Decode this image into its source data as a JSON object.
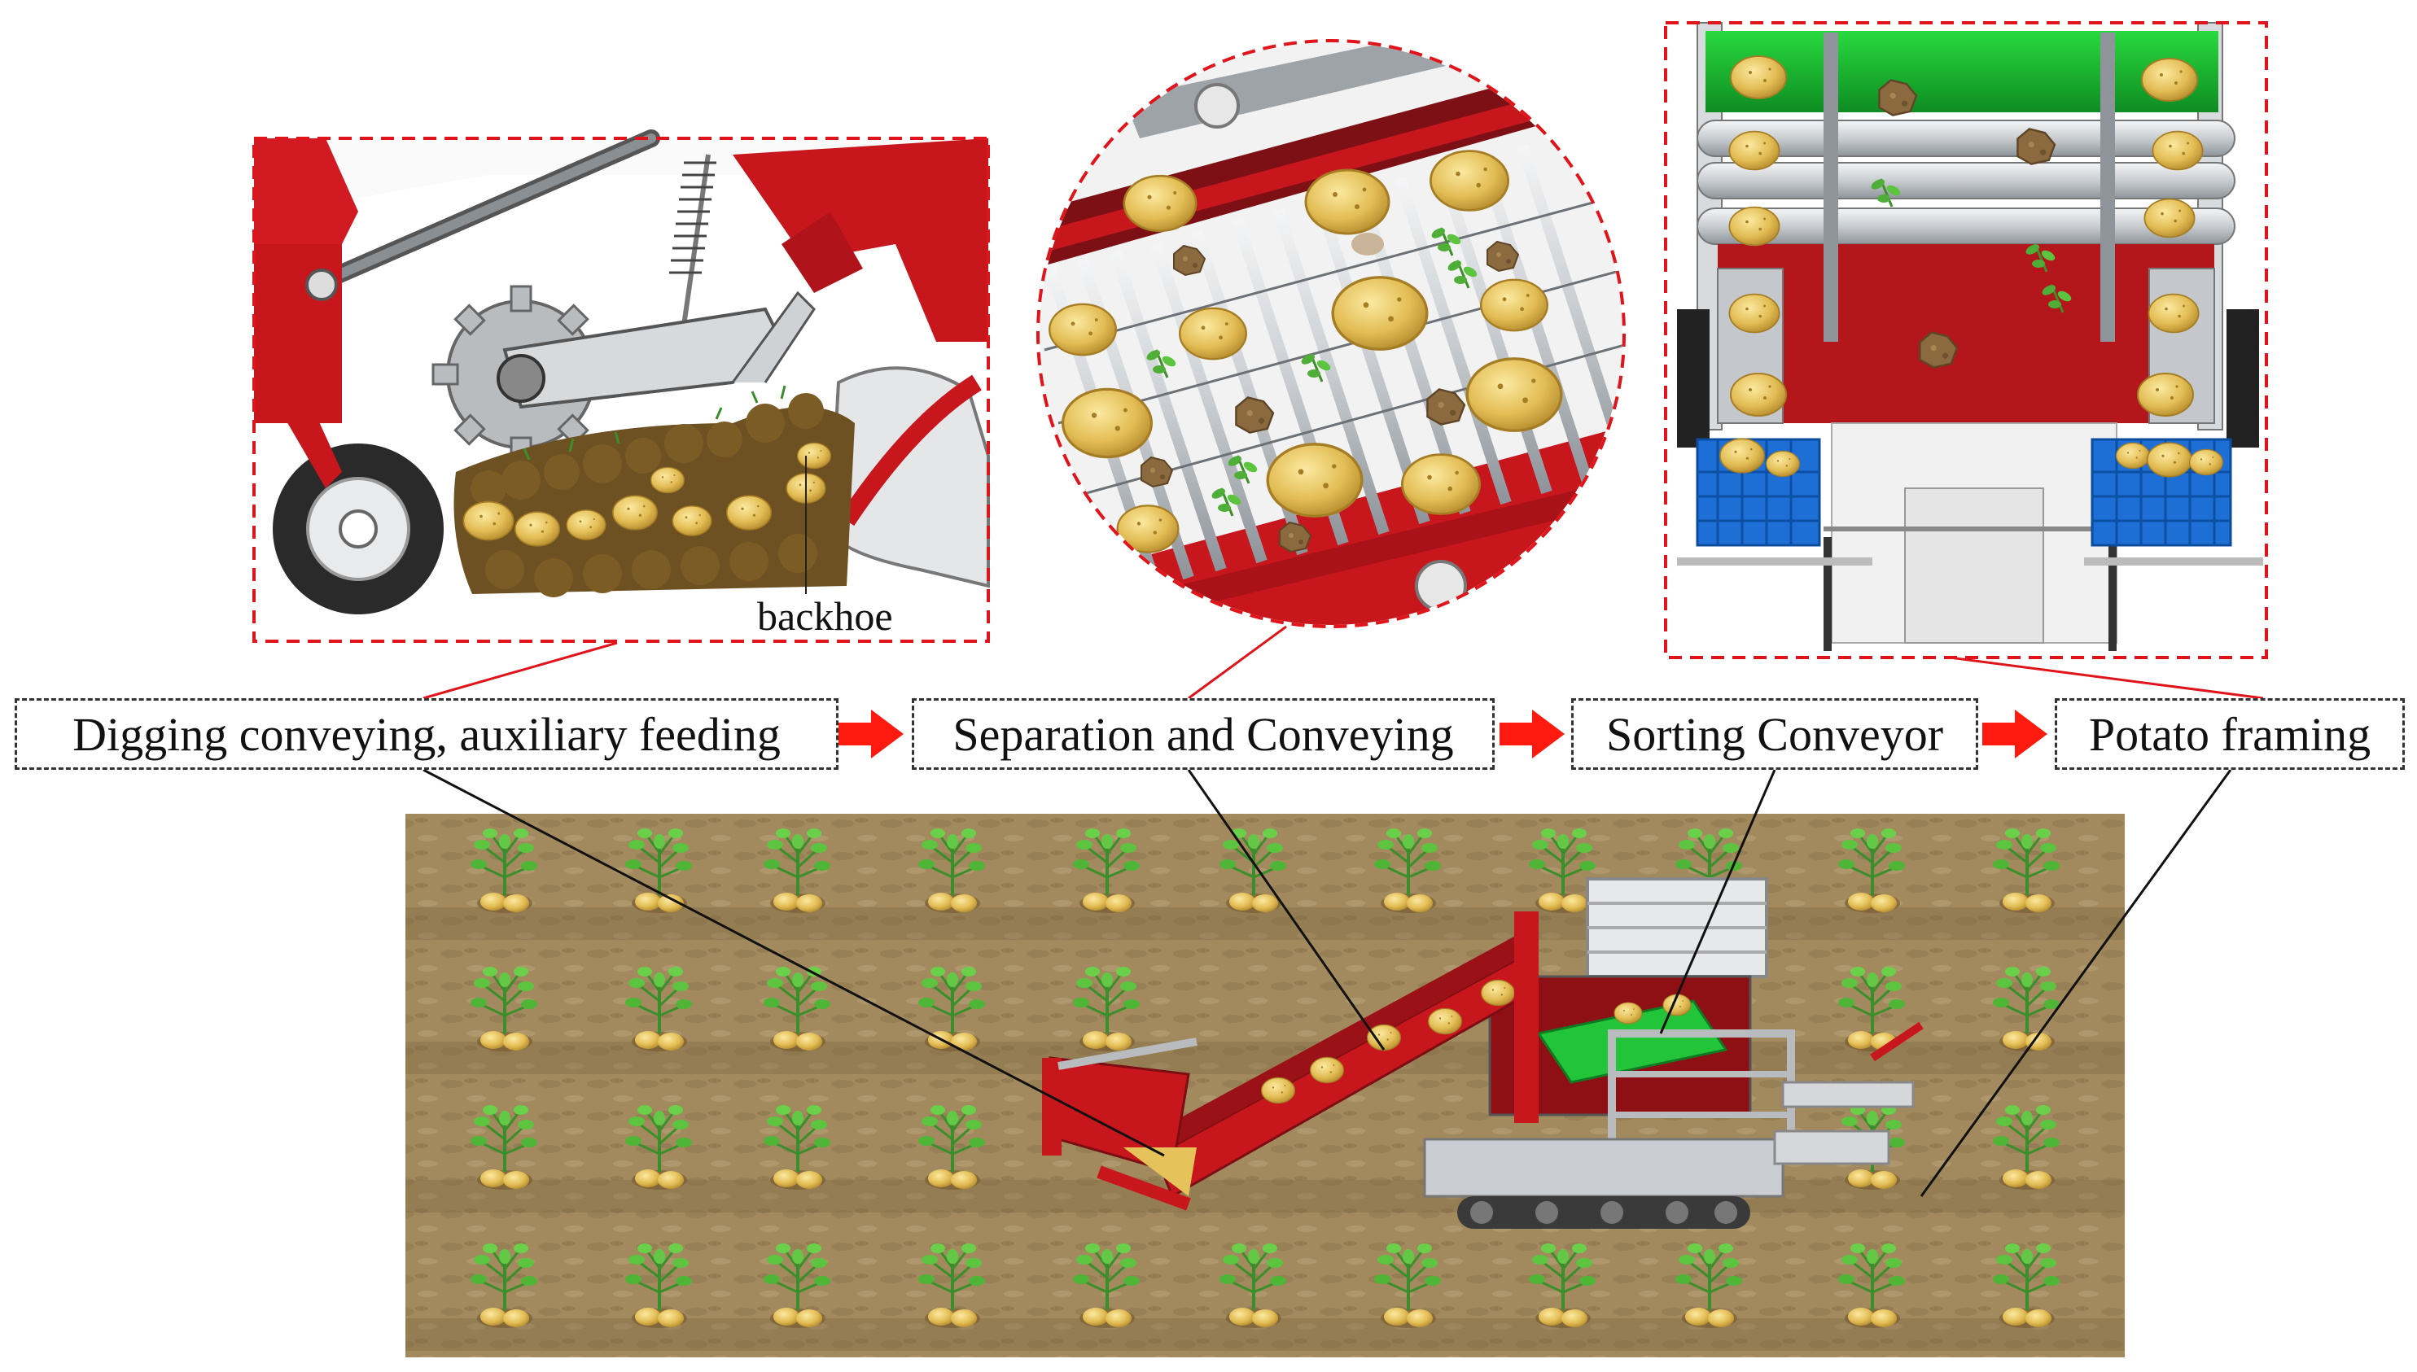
{
  "stages": [
    {
      "label": "Digging conveying, auxiliary feeding"
    },
    {
      "label": "Separation and Conveying"
    },
    {
      "label": "Sorting Conveyor"
    },
    {
      "label": "Potato framing"
    }
  ],
  "annotations": {
    "backhoe": "backhoe"
  },
  "colors": {
    "frame_red": "#c8161d",
    "dashed_red": "#e0141b",
    "arrow_red": "#ff1a10",
    "soil": "#a0885c",
    "potato": "#e6c25a",
    "leaf": "#56b83c",
    "conveyor_green": "#22c43a",
    "crate_blue": "#1d6fd6",
    "steel": "#bfc3c7"
  }
}
